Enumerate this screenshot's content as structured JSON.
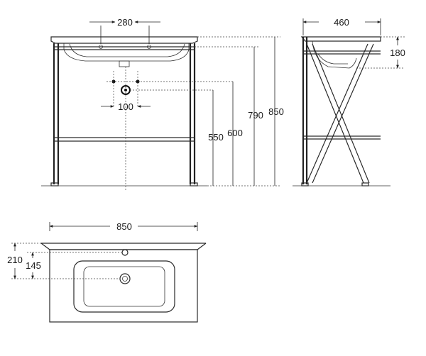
{
  "drawing": {
    "front_view": {
      "tap_spacing": "280",
      "waste_spacing": "100",
      "height_550": "550",
      "height_600": "600",
      "height_790": "790",
      "height_850": "850"
    },
    "side_view": {
      "depth": "460",
      "basin_height": "180"
    },
    "top_view": {
      "width": "850",
      "depth_210": "210",
      "depth_145": "145"
    }
  }
}
